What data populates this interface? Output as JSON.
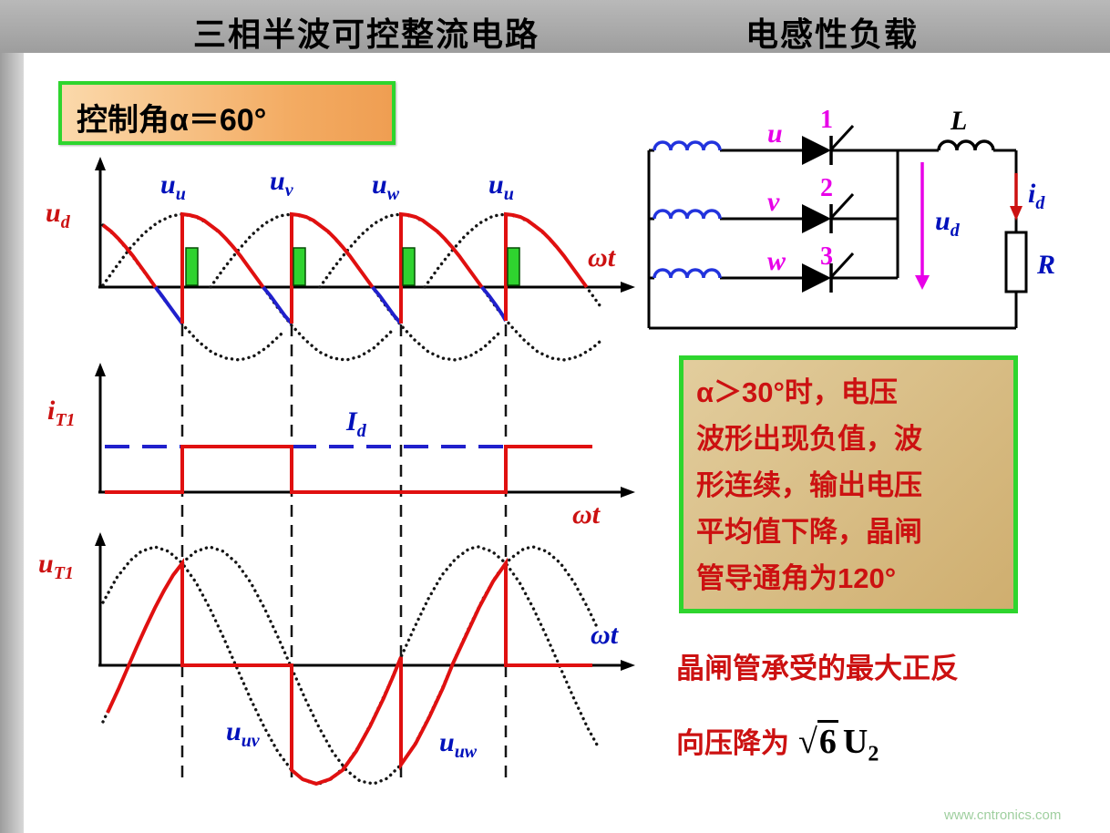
{
  "header": {
    "title_left": "三相半波可控整流电路",
    "title_right": "电感性负载"
  },
  "control_box": {
    "label": "控制角α＝60°"
  },
  "waveforms": {
    "ud_panel": {
      "axis_label": {
        "main": "u",
        "sub": "d"
      },
      "phase_labels": [
        {
          "main": "u",
          "sub": "u"
        },
        {
          "main": "u",
          "sub": "v"
        },
        {
          "main": "u",
          "sub": "w"
        },
        {
          "main": "u",
          "sub": "u"
        }
      ],
      "omega_t": "ωt"
    },
    "it1_panel": {
      "axis_label": {
        "main": "i",
        "sub": "T1"
      },
      "id_label": {
        "main": "I",
        "sub": "d"
      },
      "omega_t": "ωt"
    },
    "ut1_panel": {
      "axis_label": {
        "main": "u",
        "sub": "T1"
      },
      "uuv_label": {
        "main": "u",
        "sub": "uv"
      },
      "uuw_label": {
        "main": "u",
        "sub": "uw"
      },
      "omega_t": "ωt"
    }
  },
  "circuit": {
    "phase_labels": [
      "u",
      "v",
      "w"
    ],
    "thyristor_numbers": [
      "1",
      "2",
      "3"
    ],
    "inductor_label": "L",
    "id_label": {
      "main": "i",
      "sub": "d"
    },
    "ud_label": {
      "main": "u",
      "sub": "d"
    },
    "resistor_label": "R"
  },
  "note_box": {
    "lines": [
      "α＞30°时，电压",
      "波形出现负值，波",
      "形连续，输出电压",
      "平均值下降，晶闸",
      "管导通角为120°"
    ]
  },
  "statement": {
    "line1": "晶闸管承受的最大正反",
    "line2_prefix": "向压降为",
    "formula": {
      "radical": "√",
      "radicand": "6",
      "symbol": "U",
      "sub": "2"
    }
  },
  "watermark": "www.cntronics.com",
  "colors": {
    "curve_red": "#e01010",
    "curve_blue": "#2020cc",
    "label_blue": "#0011bb",
    "label_red": "#cc1111",
    "gate_pulse_green": "#2fd32f",
    "magenta": "#e800e8",
    "box_border_green": "#2ed52e",
    "note_bg": "#d8bf8a",
    "title_bar_gray": "#aaaaaa"
  }
}
